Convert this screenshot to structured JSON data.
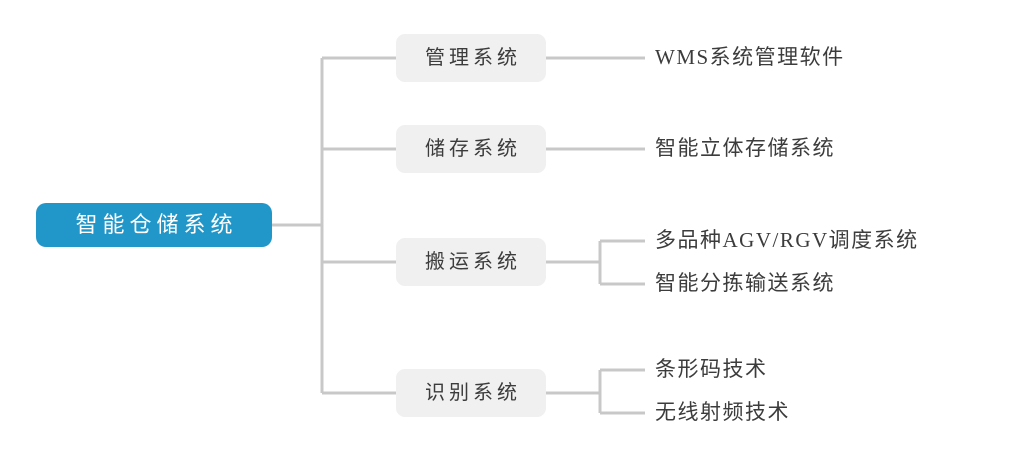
{
  "diagram": {
    "type": "tree-mindmap",
    "orientation": "left-to-right",
    "colors": {
      "root_fill": "#2196c9",
      "root_text": "#ffffff",
      "node_fill": "#f0f0f0",
      "node_text": "#3c3c3c",
      "leaf_text": "#3c3c3c",
      "connector": "#c8c8c8",
      "background": "#ffffff"
    },
    "root": {
      "label": "智能仓储系统"
    },
    "branches": [
      {
        "label": "管理系统",
        "leaves": [
          {
            "label": "WMS系统管理软件"
          }
        ]
      },
      {
        "label": "储存系统",
        "leaves": [
          {
            "label": "智能立体存储系统"
          }
        ]
      },
      {
        "label": "搬运系统",
        "leaves": [
          {
            "label": "多品种AGV/RGV调度系统"
          },
          {
            "label": "智能分拣输送系统"
          }
        ]
      },
      {
        "label": "识别系统",
        "leaves": [
          {
            "label": "条形码技术"
          },
          {
            "label": "无线射频技术"
          }
        ]
      }
    ]
  }
}
